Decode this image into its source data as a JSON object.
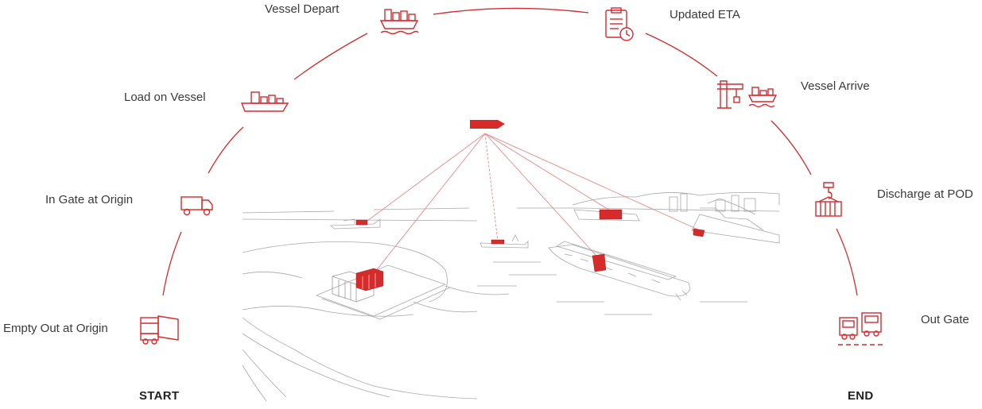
{
  "journey": {
    "start_label": "START",
    "end_label": "END",
    "stages": [
      {
        "id": "empty-out-at-origin",
        "label": "Empty Out at Origin",
        "icon": "container-truck-icon"
      },
      {
        "id": "in-gate-at-origin",
        "label": "In Gate at Origin",
        "icon": "delivery-truck-icon"
      },
      {
        "id": "load-on-vessel",
        "label": "Load on Vessel",
        "icon": "cargo-ship-icon"
      },
      {
        "id": "vessel-depart",
        "label": "Vessel Depart",
        "icon": "ship-on-waves-icon"
      },
      {
        "id": "updated-eta",
        "label": "Updated ETA",
        "icon": "clipboard-clock-icon"
      },
      {
        "id": "vessel-arrive",
        "label": "Vessel Arrive",
        "icon": "port-crane-ship-icon"
      },
      {
        "id": "discharge-at-pod",
        "label": "Discharge at POD",
        "icon": "crane-hook-container-icon"
      },
      {
        "id": "out-gate",
        "label": "Out Gate",
        "icon": "two-trucks-icon"
      }
    ]
  },
  "colors": {
    "accent": "#d62b2b",
    "sketch": "#9a9a9a",
    "text": "#3a3a3a"
  }
}
